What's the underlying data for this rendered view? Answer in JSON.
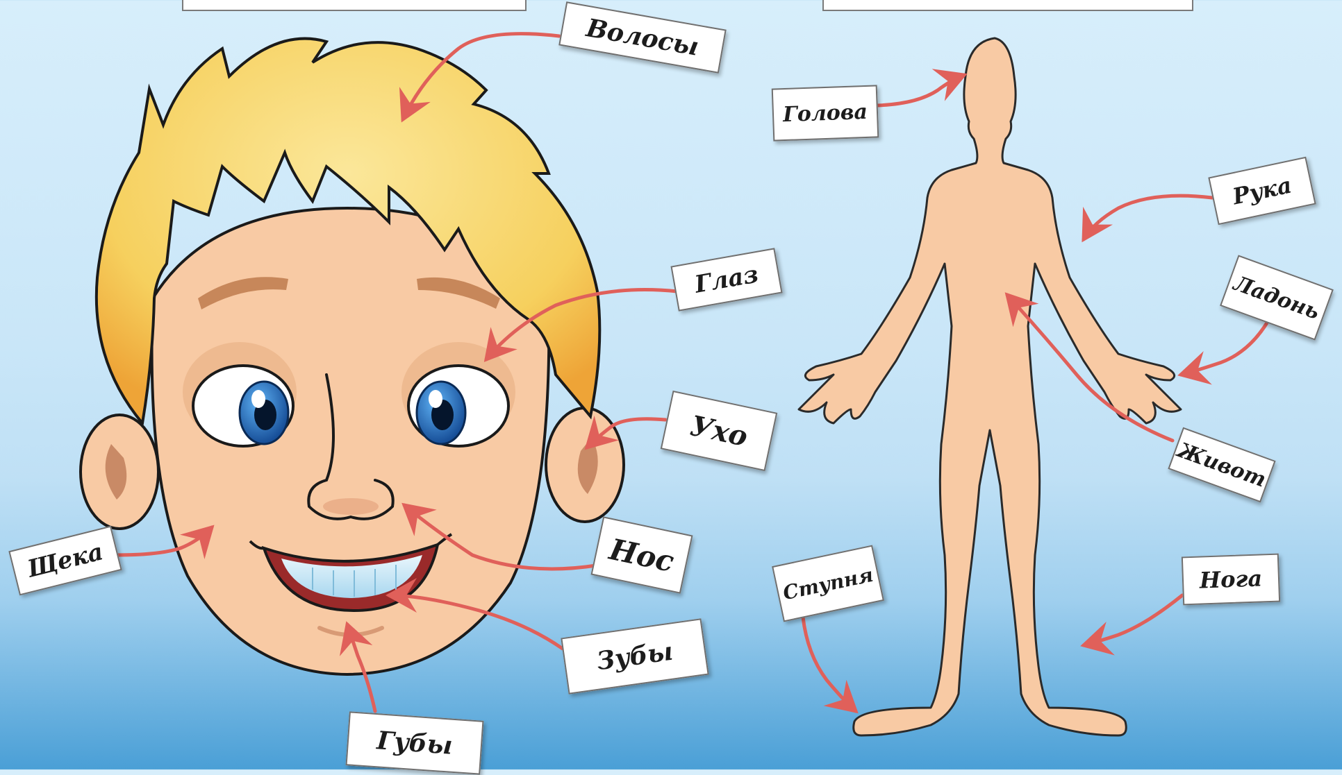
{
  "face_labels": {
    "hair": "Волосы",
    "eye": "Глаз",
    "ear": "Ухо",
    "nose": "Нос",
    "cheek": "Щека",
    "teeth": "Зубы",
    "lips": "Губы"
  },
  "body_labels": {
    "head": "Голова",
    "arm": "Рука",
    "palm": "Ладонь",
    "belly": "Живот",
    "foot": "Ступня",
    "leg": "Нога"
  },
  "colors": {
    "arrow": "#e0605a",
    "skin": "#f8caa4",
    "hair": "#f7d772",
    "iris": "#1f6fd0"
  }
}
